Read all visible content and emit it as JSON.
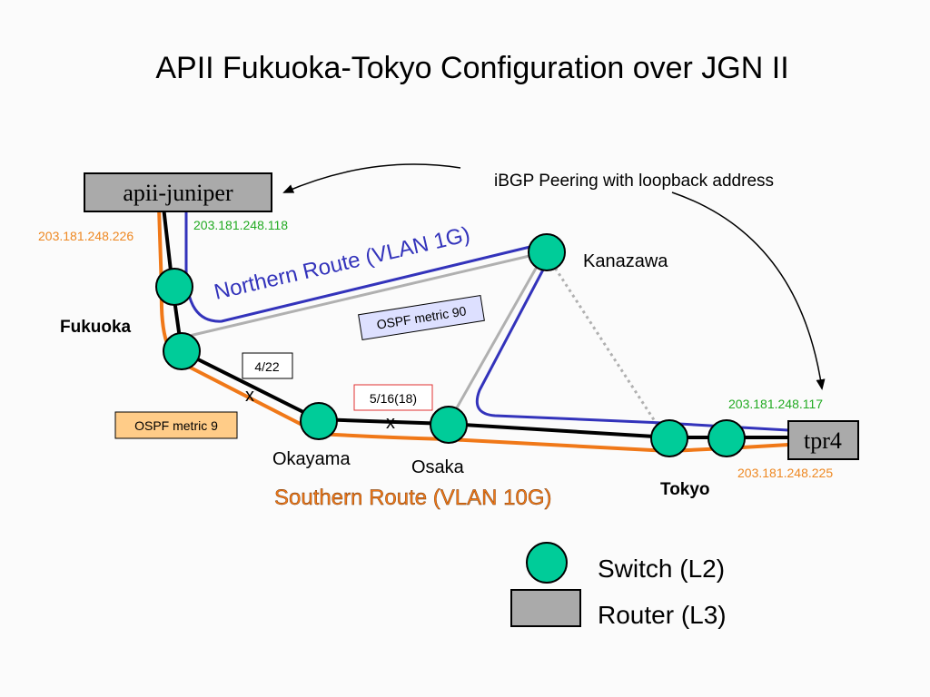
{
  "title": "APII Fukuoka-Tokyo Configuration over JGN II",
  "routers": {
    "apii_juniper": "apii-juniper",
    "tpr4": "tpr4"
  },
  "ip_addresses": {
    "apii_south": "203.181.248.226",
    "apii_north": "203.181.248.118",
    "tpr4_north": "203.181.248.117",
    "tpr4_south": "203.181.248.225"
  },
  "colors": {
    "switch_fill": "#00cc99",
    "router_fill": "#aaaaaa",
    "northern_route": "#3333bb",
    "southern_route": "#f07818",
    "ip_green": "#22aa22",
    "ip_orange": "#ee8822",
    "ospf9_fill": "#ffcc88",
    "ospf90_fill": "#dde0ff"
  },
  "locations": {
    "fukuoka": "Fukuoka",
    "kanazawa": "Kanazawa",
    "okayama": "Okayama",
    "osaka": "Osaka",
    "tokyo": "Tokyo"
  },
  "routes": {
    "northern": "Northern Route (VLAN 1G)",
    "southern": "Southern Route (VLAN 10G)"
  },
  "ospf": {
    "metric_9": "OSPF metric 9",
    "metric_90": "OSPF metric 90"
  },
  "outages": {
    "fukuoka_okayama": "4/22",
    "okayama_osaka": "5/16(18)",
    "mark": "x"
  },
  "annotation": "iBGP Peering with loopback address",
  "legend": {
    "switch": "Switch (L2)",
    "router": "Router (L3)"
  }
}
